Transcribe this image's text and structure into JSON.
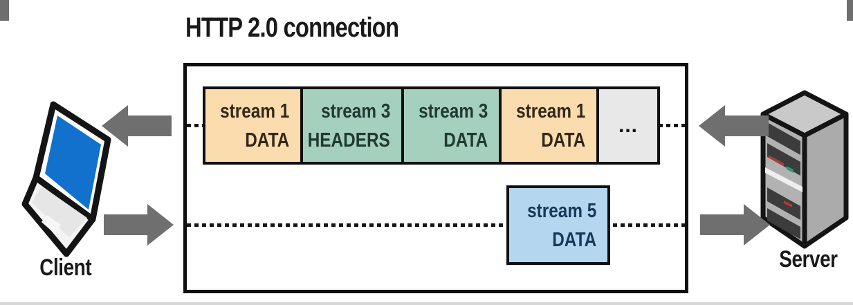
{
  "title": "HTTP 2.0 connection",
  "client": {
    "label": "Client",
    "icon": "laptop-icon"
  },
  "server": {
    "label": "Server",
    "icon": "server-tower-icon"
  },
  "connection": {
    "client_bound": {
      "direction": "server-to-client",
      "frames": [
        {
          "stream": "stream 1",
          "frame_type": "DATA",
          "color": "#fbdcae"
        },
        {
          "stream": "stream 3",
          "frame_type": "HEADERS",
          "color": "#a5d0bd"
        },
        {
          "stream": "stream 3",
          "frame_type": "DATA",
          "color": "#a5d0bd"
        },
        {
          "stream": "stream 1",
          "frame_type": "DATA",
          "color": "#fbdcae"
        }
      ],
      "ellipsis": "...",
      "ellipsis_color": "#e8e8e8"
    },
    "server_bound": {
      "direction": "client-to-server",
      "frame": {
        "stream": "stream 5",
        "frame_type": "DATA",
        "color": "#b4d7ef"
      }
    }
  },
  "colors": {
    "frame_orange": "#fbdcae",
    "frame_green": "#a5d0bd",
    "frame_blue": "#b4d7ef",
    "frame_gray": "#e8e8e8",
    "arrow_gray": "#6f6f6f",
    "outline_black": "#0f0f0f",
    "laptop_screen_blue": "#1271cc",
    "server_body_gray": "#ababab"
  }
}
